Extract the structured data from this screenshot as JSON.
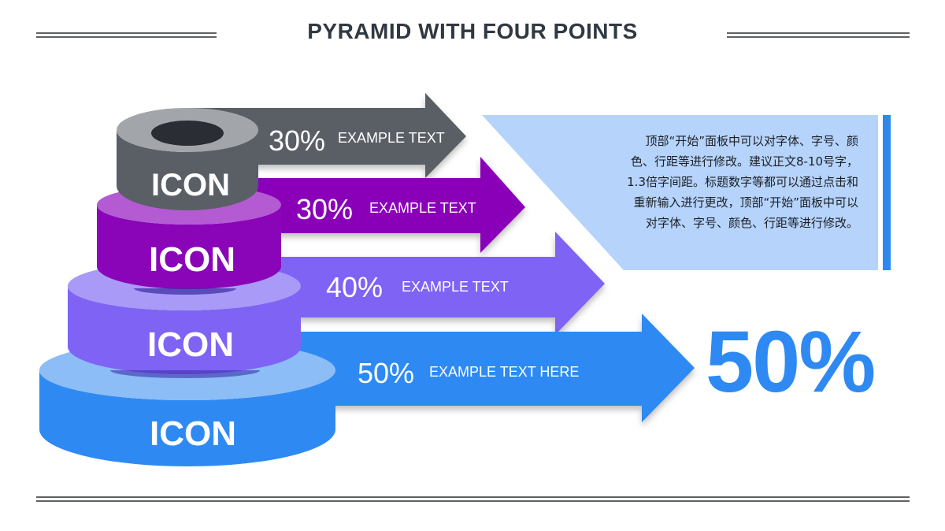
{
  "title": "PYRAMID WITH FOUR POINTS",
  "colors": {
    "gray": "#5a5f66",
    "purple": "#8a05b8",
    "violet": "#7f63f5",
    "blue": "#2e8af2",
    "panel": "#b5d3fb",
    "accent": "#2e88f0",
    "rule": "#5f6166"
  },
  "levels": [
    {
      "icon_label": "ICON",
      "value": "30%",
      "text": "EXAMPLE TEXT"
    },
    {
      "icon_label": "ICON",
      "value": "30%",
      "text": "EXAMPLE TEXT"
    },
    {
      "icon_label": "ICON",
      "value": "40%",
      "text": "EXAMPLE TEXT"
    },
    {
      "icon_label": "ICON",
      "value": "50%",
      "text": "EXAMPLE TEXT HERE"
    }
  ],
  "description": "顶部“开始”面板中可以对字体、字号、颜色、行距等进行修改。建议正文8-10号字，1.3倍字间距。标题数字等都可以通过点击和重新输入进行更改，顶部“开始”面板中可以对字体、字号、颜色、行距等进行修改。",
  "highlight_value": "50%"
}
